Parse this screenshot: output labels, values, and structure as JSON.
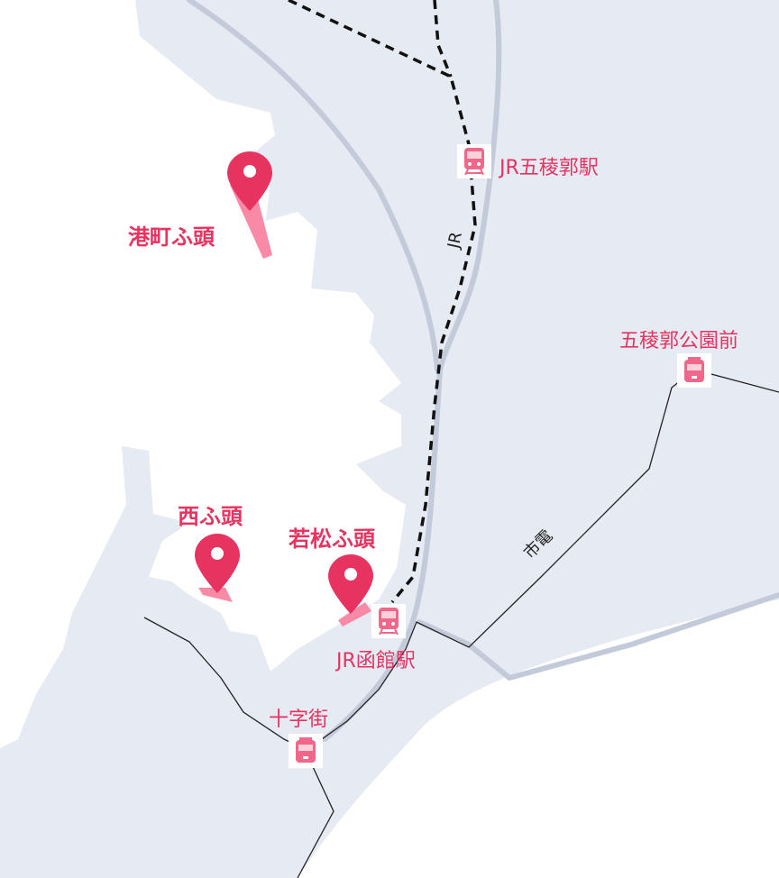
{
  "colors": {
    "land": "#e6eaf2",
    "water": "#ffffff",
    "road": "#c3cad9",
    "accent": "#e6335f",
    "icon": "#f0678a"
  },
  "piers": [
    {
      "name": "港町ふ頭"
    },
    {
      "name": "西ふ頭"
    },
    {
      "name": "若松ふ頭"
    }
  ],
  "stations": {
    "goryokaku_jr": "JR五稜郭駅",
    "hakodate_jr": "JR函館駅",
    "goryokaku_park": "五稜郭公園前",
    "jujigai": "十字街"
  },
  "lines": {
    "jr": "JR",
    "tram": "市電"
  }
}
